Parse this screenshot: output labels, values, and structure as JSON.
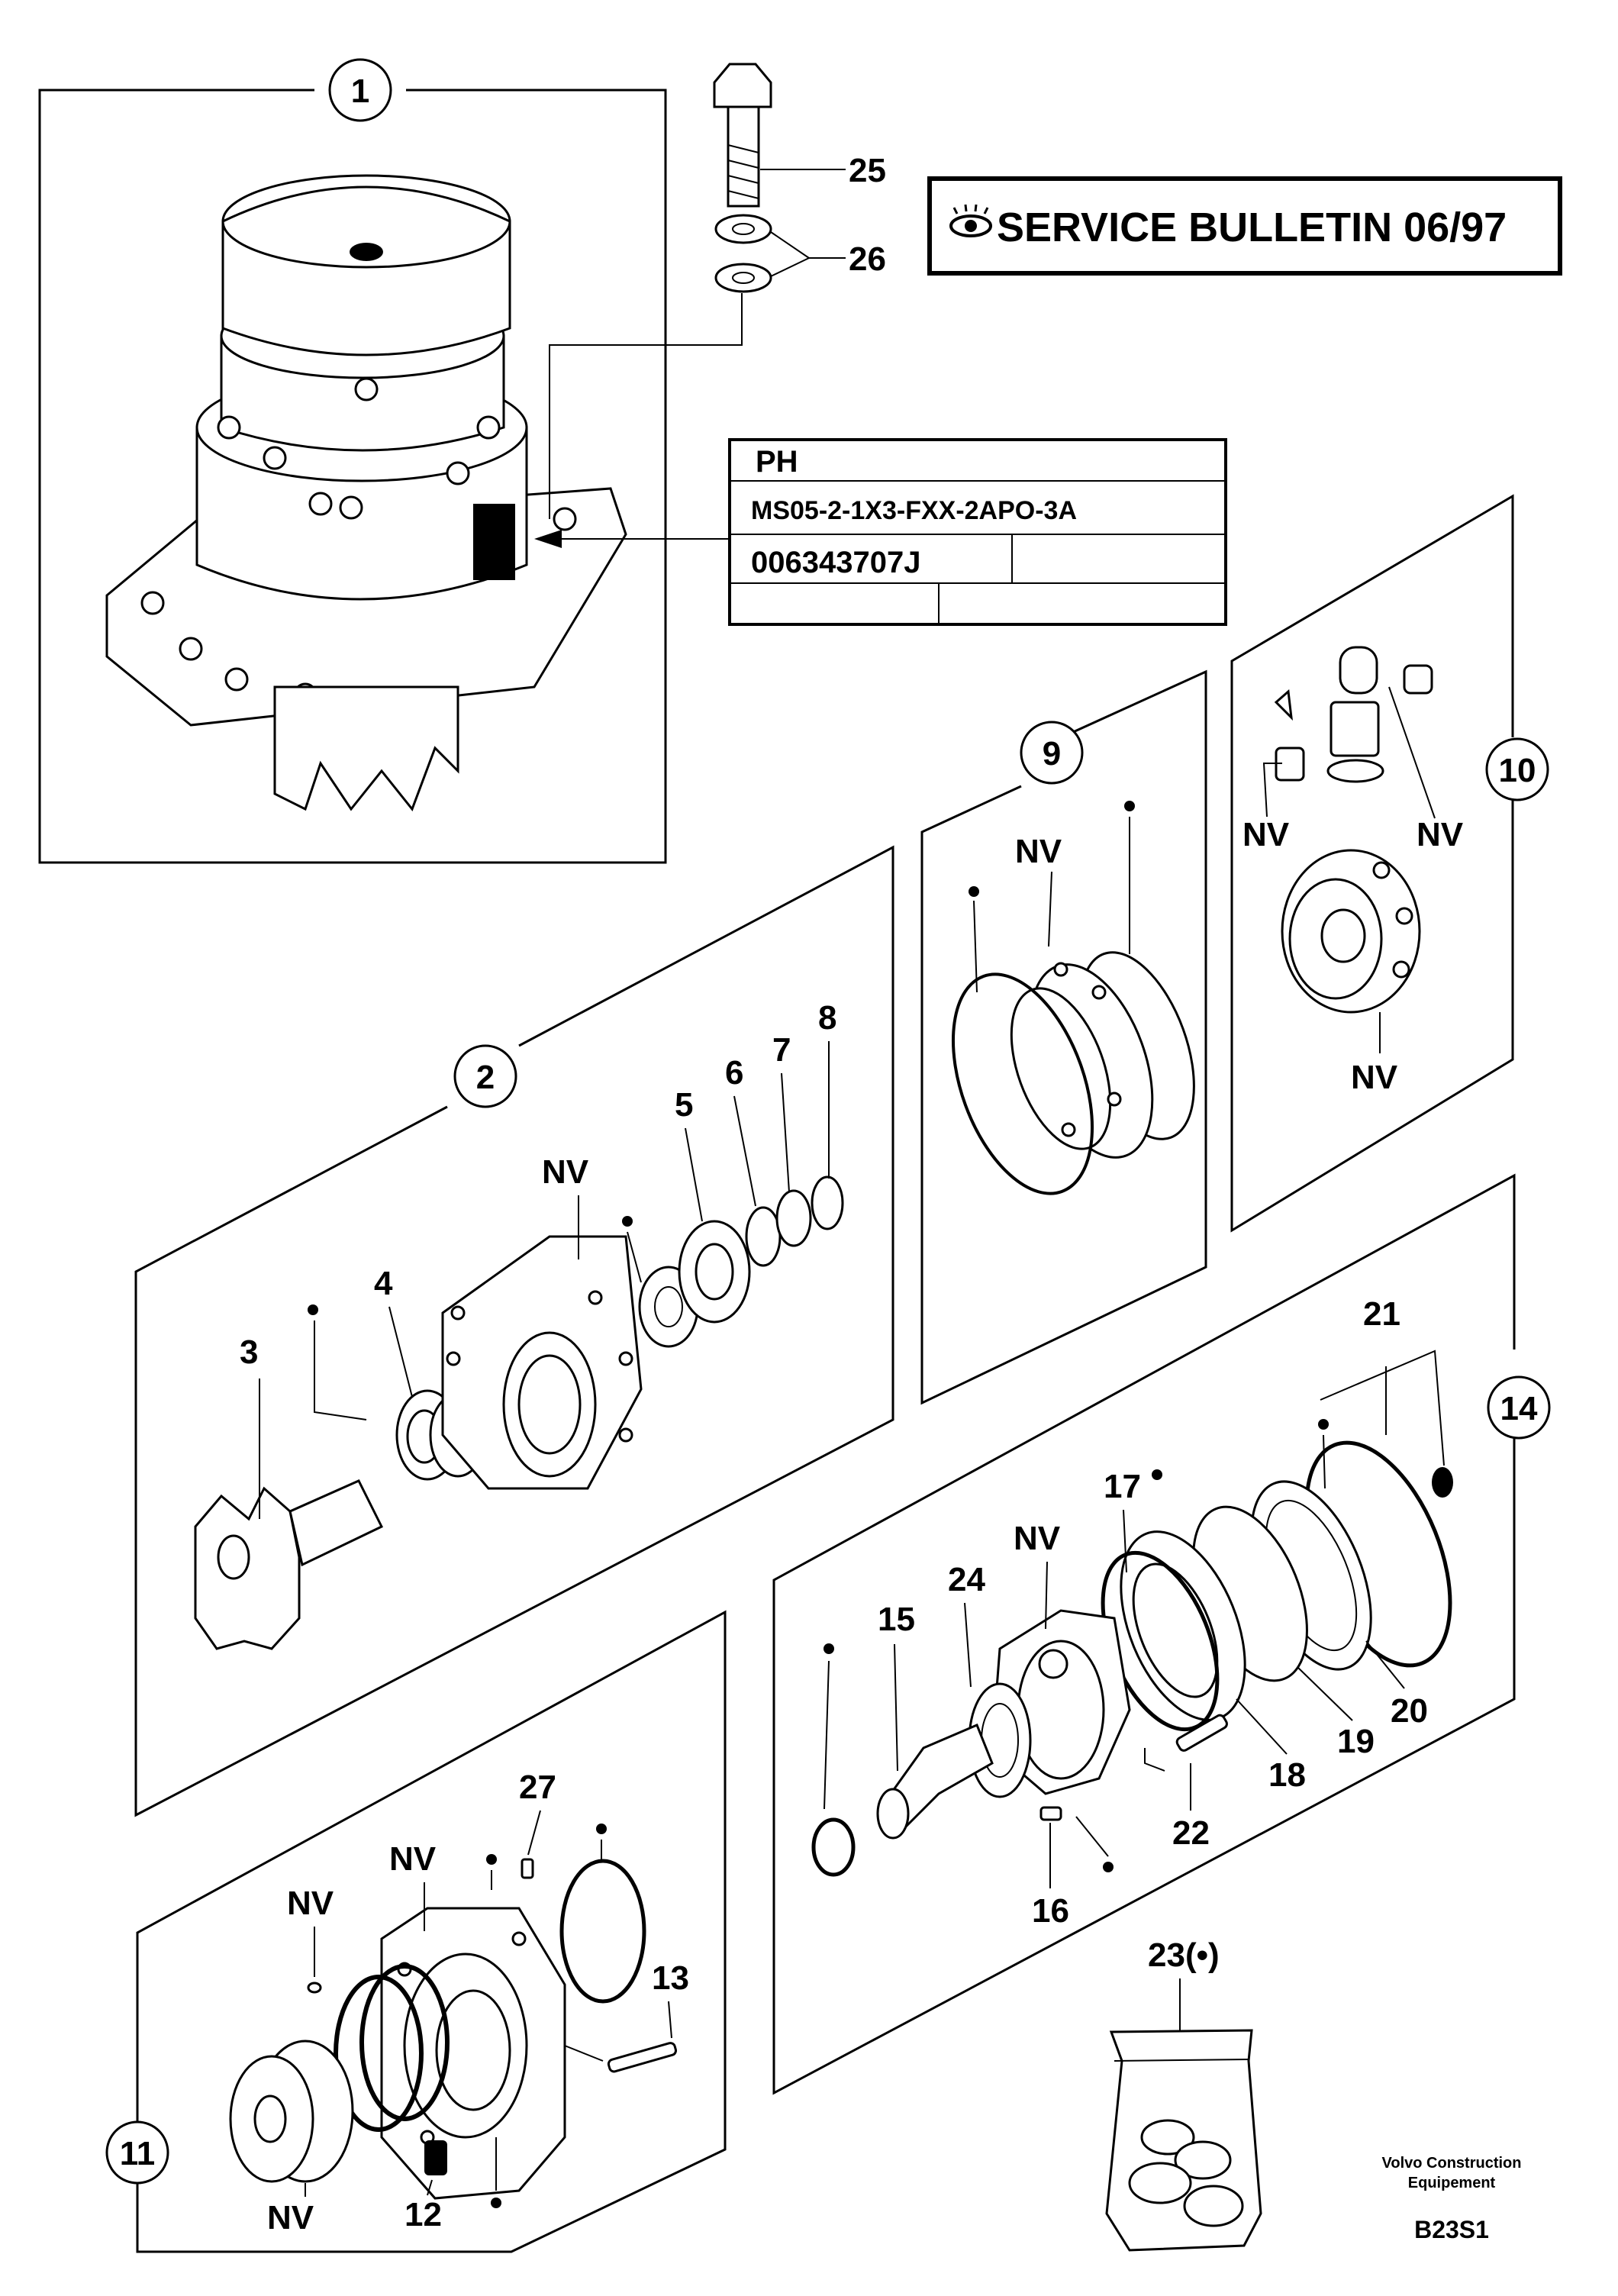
{
  "bulletin": {
    "text": "SERVICE BULLETIN 06/97",
    "icon": "eye-icon"
  },
  "label_table": {
    "row1": "PH",
    "row2": "MS05-2-1X3-FXX-2APO-3A",
    "row3": "006343707J"
  },
  "groups": {
    "g1": "1",
    "g2": "2",
    "g9": "9",
    "g10": "10",
    "g11": "11",
    "g14": "14"
  },
  "parts": {
    "p3": "3",
    "p4": "4",
    "p5": "5",
    "p6": "6",
    "p7": "7",
    "p8": "8",
    "p12": "12",
    "p13": "13",
    "p15": "15",
    "p16": "16",
    "p17": "17",
    "p18": "18",
    "p19": "19",
    "p20": "20",
    "p21": "21",
    "p22": "22",
    "p23": "23(•)",
    "p24": "24",
    "p25": "25",
    "p26": "26",
    "p27": "27"
  },
  "nv": "NV",
  "bullet": "•",
  "footer": {
    "maker_line1": "Volvo Construction",
    "maker_line2": "Equipement",
    "code": "B23S1"
  }
}
